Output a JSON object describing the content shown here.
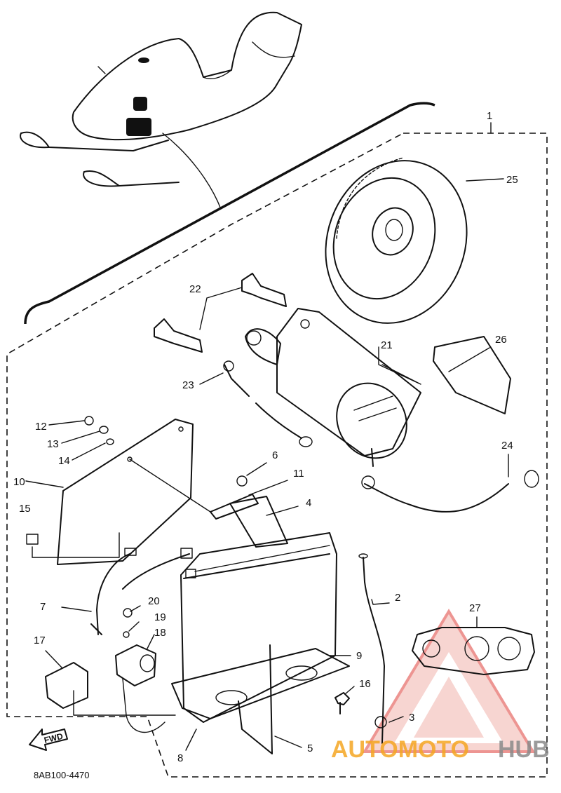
{
  "diagram": {
    "code": "8AB100-4470",
    "fwd_label": "FWD",
    "callouts": [
      "1",
      "2",
      "3",
      "4",
      "5",
      "6",
      "7",
      "8",
      "9",
      "10",
      "11",
      "12",
      "13",
      "14",
      "15",
      "16",
      "17",
      "18",
      "19",
      "20",
      "21",
      "22",
      "23",
      "24",
      "25",
      "26",
      "27"
    ]
  },
  "watermark": {
    "part1": "AUTOMOTO",
    "part2": "HUB",
    "color_orange": "#f5a623",
    "color_grey": "#8a8a8a",
    "color_red": "#e0403a"
  }
}
